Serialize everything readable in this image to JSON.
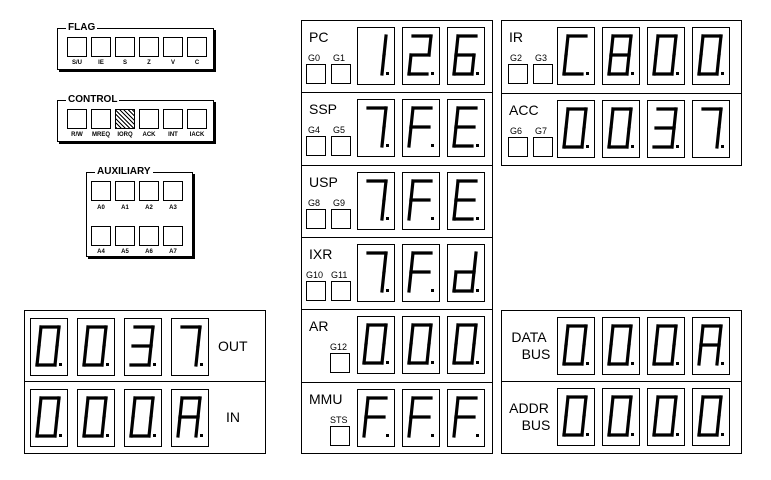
{
  "panels": {
    "flag": {
      "title": "FLAG",
      "switches": [
        {
          "label": "S/U",
          "hatched": false
        },
        {
          "label": "IE",
          "hatched": false
        },
        {
          "label": "S",
          "hatched": false
        },
        {
          "label": "Z",
          "hatched": false
        },
        {
          "label": "V",
          "hatched": false
        },
        {
          "label": "C",
          "hatched": false
        }
      ]
    },
    "control": {
      "title": "CONTROL",
      "switches": [
        {
          "label": "R/W",
          "hatched": false
        },
        {
          "label": "MREQ",
          "hatched": false
        },
        {
          "label": "IORQ",
          "hatched": true
        },
        {
          "label": "ACK",
          "hatched": false
        },
        {
          "label": "INT",
          "hatched": false
        },
        {
          "label": "IACK",
          "hatched": false
        }
      ]
    },
    "auxiliary": {
      "title": "AUXILIARY",
      "switches": [
        {
          "label": "A0"
        },
        {
          "label": "A1"
        },
        {
          "label": "A2"
        },
        {
          "label": "A3"
        },
        {
          "label": "A4"
        },
        {
          "label": "A5"
        },
        {
          "label": "A6"
        },
        {
          "label": "A7"
        }
      ]
    }
  },
  "io": [
    {
      "label": "OUT",
      "digits": [
        "0",
        "0",
        "3",
        "7"
      ]
    },
    {
      "label": "IN",
      "digits": [
        "0",
        "0",
        "0",
        "A"
      ]
    }
  ],
  "registers_left": [
    {
      "name": "PC",
      "gates": [
        "G0",
        "G1"
      ],
      "digits": [
        "1",
        "2",
        "6"
      ]
    },
    {
      "name": "SSP",
      "gates": [
        "G4",
        "G5"
      ],
      "digits": [
        "7",
        "F",
        "E"
      ]
    },
    {
      "name": "USP",
      "gates": [
        "G8",
        "G9"
      ],
      "digits": [
        "7",
        "F",
        "E"
      ]
    },
    {
      "name": "IXR",
      "gates": [
        "G10",
        "G11"
      ],
      "digits": [
        "7",
        "F",
        "d"
      ]
    },
    {
      "name": "AR",
      "gates": [
        "G12"
      ],
      "digits": [
        "0",
        "0",
        "0"
      ]
    },
    {
      "name": "MMU",
      "gates": [
        "STS"
      ],
      "digits": [
        "F",
        "F",
        "F"
      ]
    }
  ],
  "registers_right": [
    {
      "name": "IR",
      "gates": [
        "G2",
        "G3"
      ],
      "digits": [
        "C",
        "8",
        "0",
        "0"
      ]
    },
    {
      "name": "ACC",
      "gates": [
        "G6",
        "G7"
      ],
      "digits": [
        "0",
        "0",
        "3",
        "7"
      ]
    }
  ],
  "buses": [
    {
      "label_line1": "DATA",
      "label_line2": "BUS",
      "digits": [
        "0",
        "0",
        "0",
        "A"
      ]
    },
    {
      "label_line1": "ADDR",
      "label_line2": "BUS",
      "digits": [
        "0",
        "0",
        "0",
        "0"
      ]
    }
  ]
}
